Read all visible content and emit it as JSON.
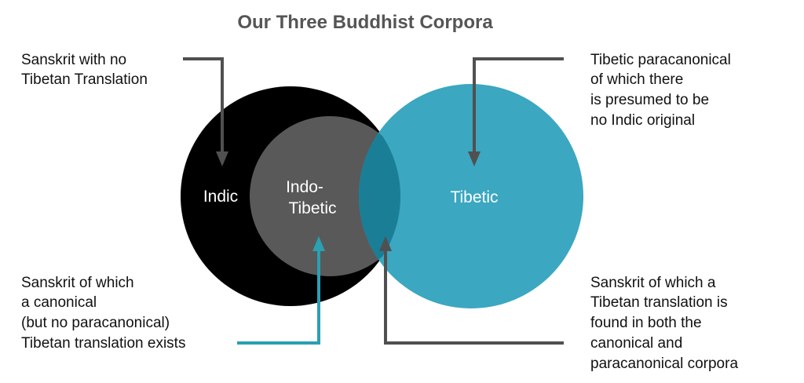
{
  "title": "Our Three Buddhist Corpora",
  "regions": {
    "indic": "Indic",
    "indo_tibetic": [
      "Indo-",
      "Tibetic"
    ],
    "tibetic": "Tibetic"
  },
  "annotations": {
    "top_left": [
      "Sanskrit with no",
      "Tibetan Translation"
    ],
    "top_right": [
      "Tibetic paracanonical",
      "of which there",
      "is presumed to be",
      "no Indic original"
    ],
    "bottom_left": [
      "Sanskrit of which",
      "a canonical",
      "(but no paracanonical)",
      "Tibetan translation exists"
    ],
    "bottom_right": [
      "Sanskrit of which a",
      "Tibetan translation is",
      "found in both the",
      "canonical and",
      "paracanonical corpora"
    ]
  },
  "colors": {
    "indic": "#000000",
    "indo_tibetic": "#595959",
    "tibetic": "#3ba7c1",
    "overlap": "#1a7e96",
    "arrow_gray": "#505050",
    "arrow_teal": "#2aa0b3",
    "title": "#555555"
  }
}
